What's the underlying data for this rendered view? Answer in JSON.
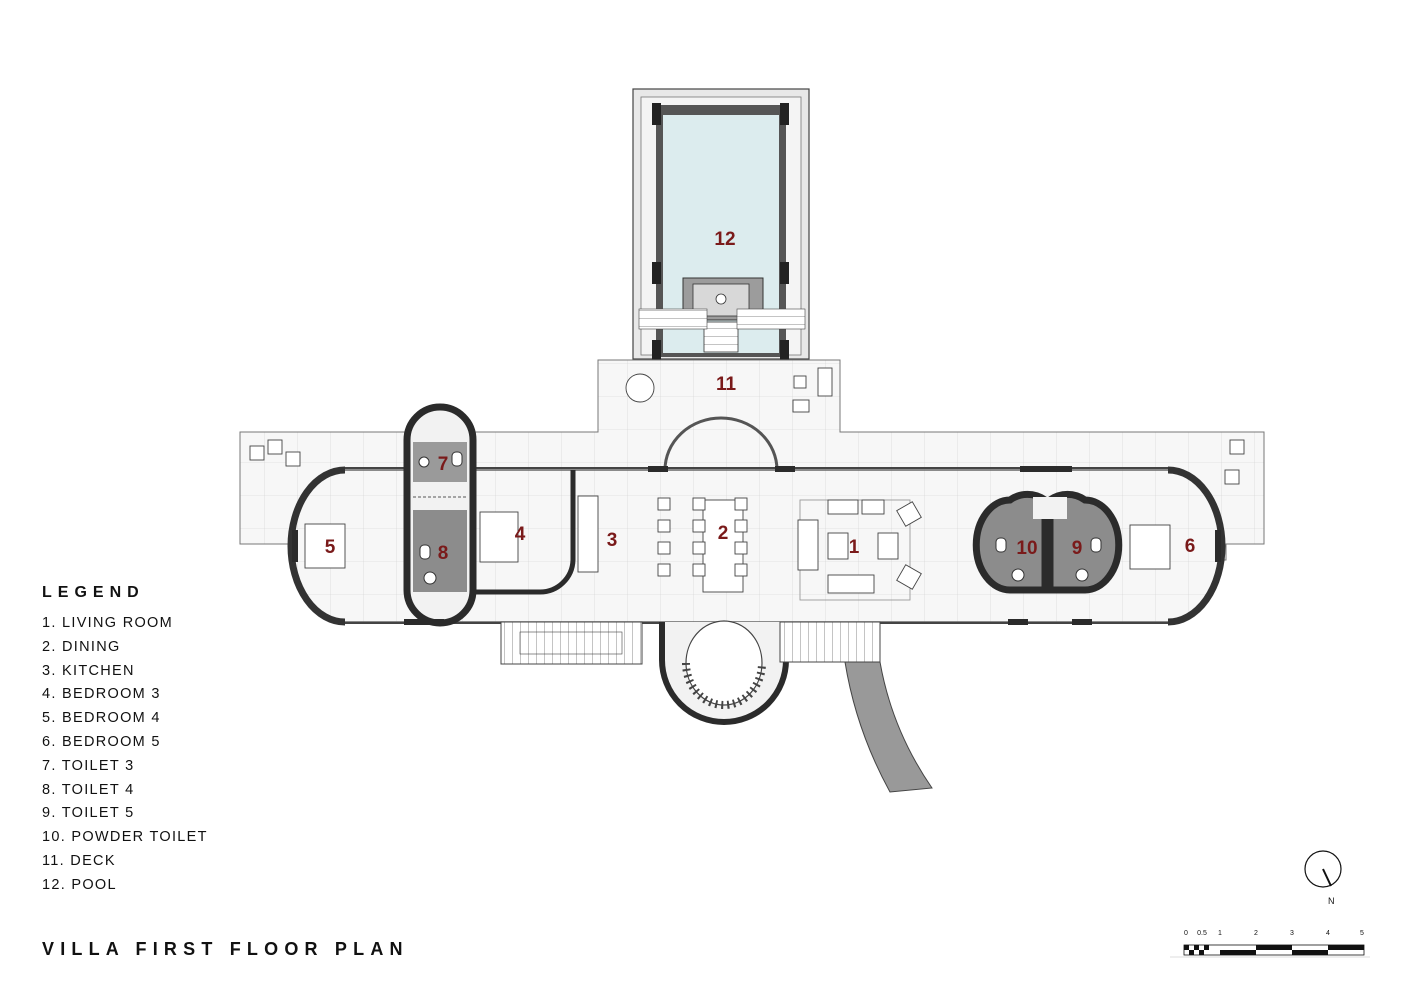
{
  "title": "VILLA FIRST FLOOR PLAN",
  "legend": {
    "heading": "LEGEND",
    "items": [
      "1. LIVING ROOM",
      "2. DINING",
      "3. KITCHEN",
      "4. BEDROOM 3",
      "5. BEDROOM 4",
      "6. BEDROOM 5",
      "7. TOILET 3",
      "8. TOILET 4",
      "9. TOILET 5",
      "10. POWDER TOILET",
      "11. DECK",
      "12. POOL"
    ]
  },
  "rooms": {
    "r1": "1",
    "r2": "2",
    "r3": "3",
    "r4": "4",
    "r5": "5",
    "r6": "6",
    "r7": "7",
    "r8": "8",
    "r9": "9",
    "r10": "10",
    "r11": "11",
    "r12": "12"
  },
  "scale_bar": {
    "ticks": [
      "0",
      "0.5",
      "1",
      "2",
      "3",
      "4",
      "5"
    ]
  },
  "north": "N",
  "colors": {
    "room_number": "#7a1a1a",
    "pool_water": "#dcecee",
    "wall": "#2b2b2b",
    "wet_area": "#8c8c8c"
  }
}
